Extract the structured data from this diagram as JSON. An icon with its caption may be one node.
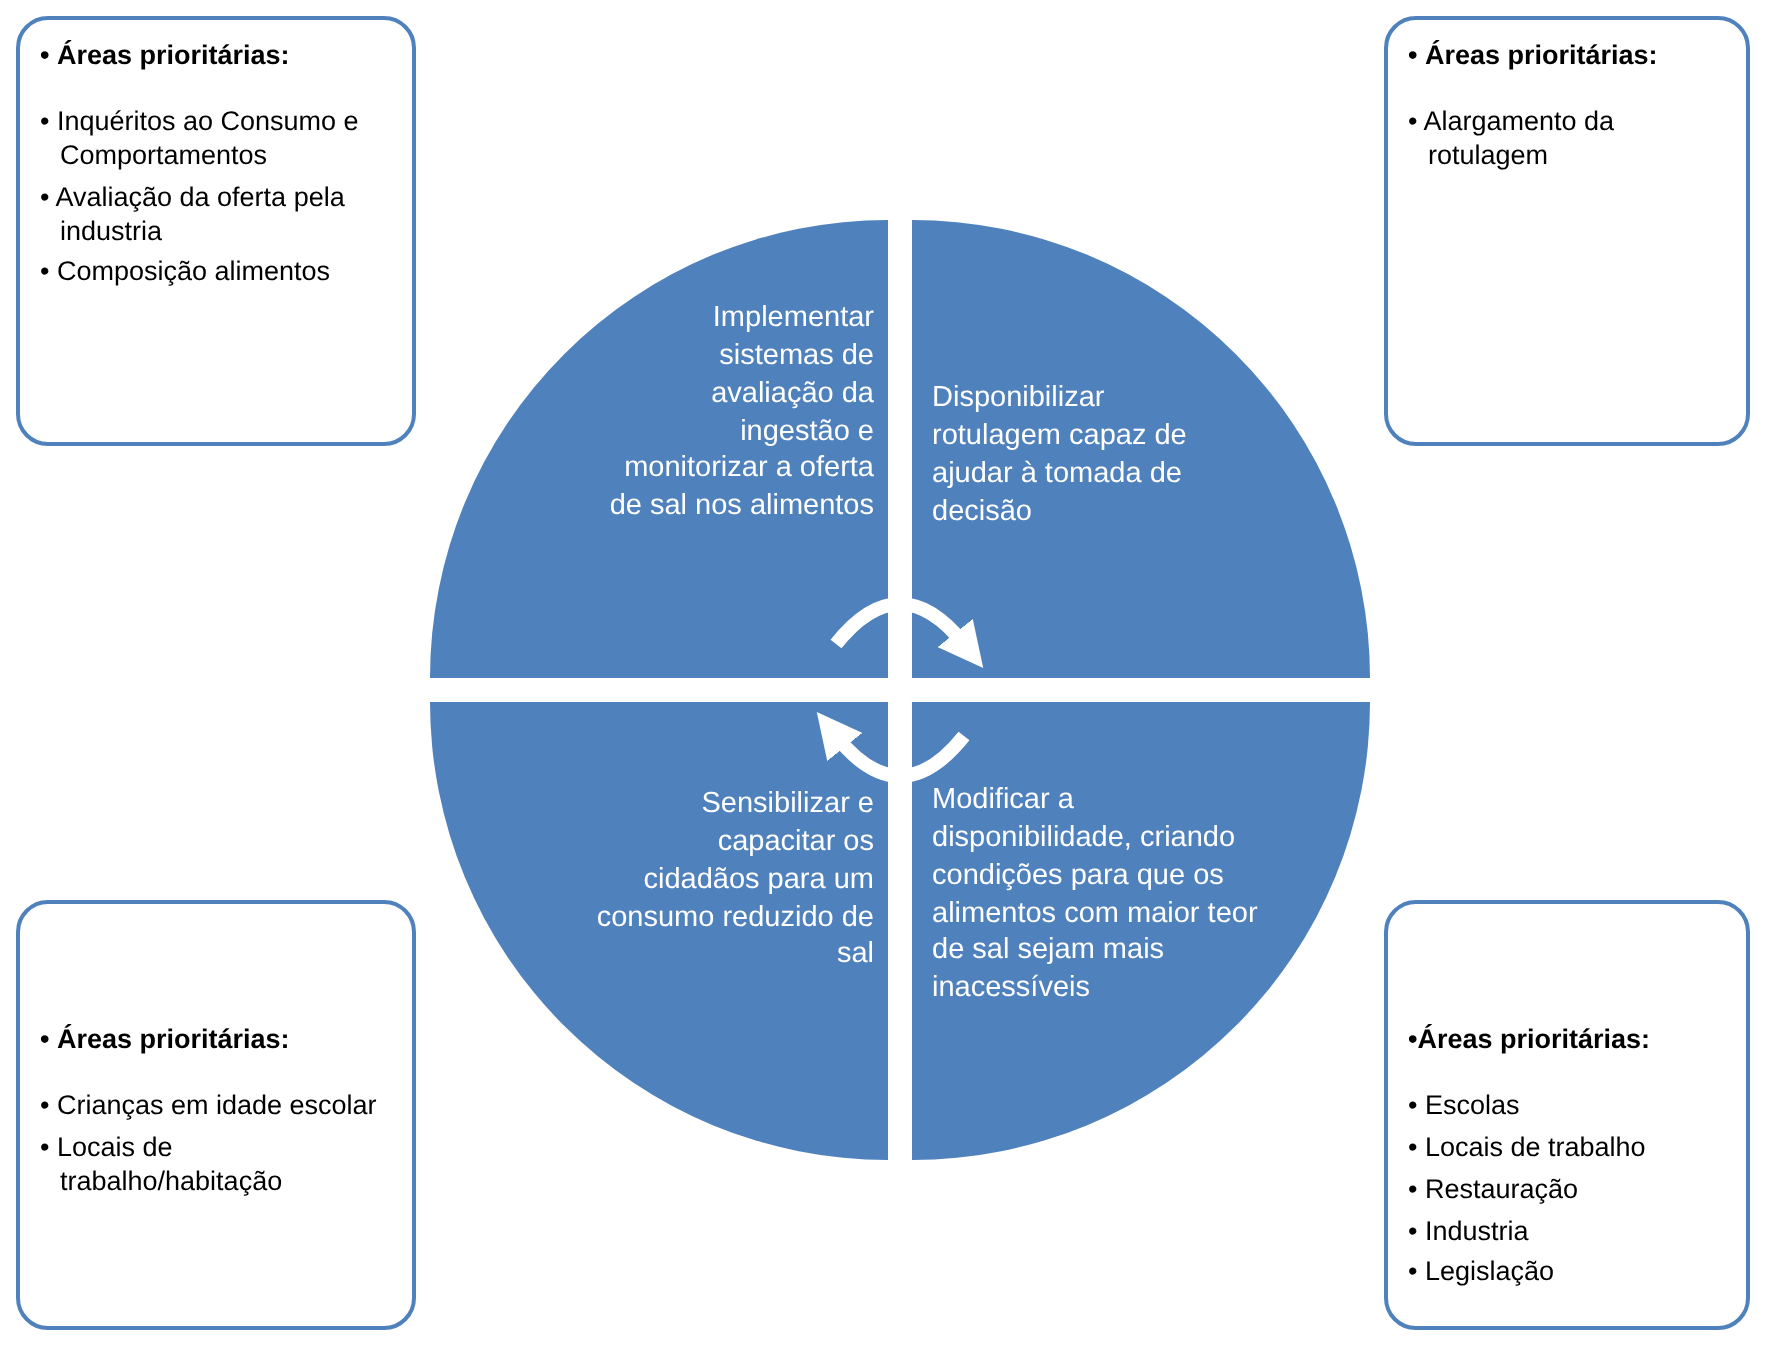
{
  "diagram": {
    "nodes": [
      {
        "text": [
          "• Áreas prioritárias:",
          "• Inquéritos ao Consumo e Comportamentos",
          "• Avaliação da oferta pela industria",
          "• Composição alimentos"
        ]
      },
      {
        "text": [
          "• Áreas prioritárias:",
          "• Alargamento da rotulagem"
        ]
      },
      {
        "text": [
          "Implementar sistemas de avaliação da ingestão e monitorizar a oferta de sal nos alimentos"
        ]
      },
      {
        "text": [
          "Disponibilizar rotulagem capaz de ajudar à tomada de decisão"
        ]
      },
      {
        "text": [
          "Sensibilizar e capacitar os cidadãos para um consumo reduzido de sal"
        ]
      },
      {
        "text": [
          "Modificar a disponibilidade, criando condições para que os alimentos com maior teor de sal sejam mais inacessíveis"
        ]
      },
      {
        "text": [
          "• Áreas prioritárias:",
          "• Crianças em idade escolar",
          "• Locais de trabalho/habitação"
        ]
      },
      {
        "text": [
          "•Áreas prioritárias:",
          "• Escolas",
          "• Locais de trabalho",
          "• Restauração",
          "• Industria",
          "• Legislação"
        ]
      }
    ],
    "edges": [
      {
        "from": 2,
        "to": 3,
        "arrow": "to"
      },
      {
        "from": 5,
        "to": 4,
        "arrow": "to"
      }
    ]
  }
}
